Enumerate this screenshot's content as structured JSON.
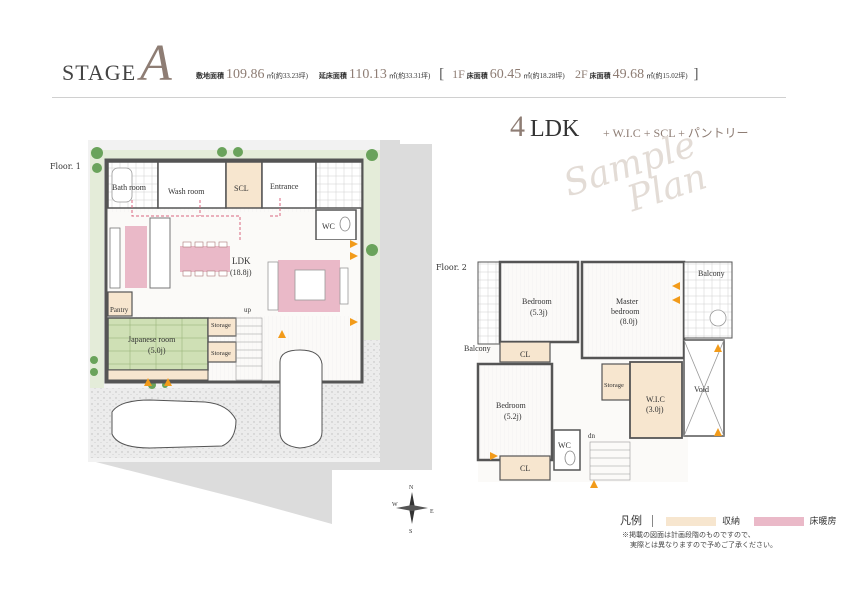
{
  "header": {
    "stage_word": "STAGE",
    "stage_letter": "A",
    "site_area_label": "敷地面積",
    "site_area_value": "109.86",
    "site_area_unit": "㎡",
    "site_area_tsubo": "(約33.23坪)",
    "floor_area_label": "延床面積",
    "floor_area_value": "110.13",
    "floor_area_unit": "㎡",
    "floor_area_tsubo": "(約33.31坪)",
    "bracket_open": "[",
    "f1_label_floor": "1F",
    "f1_label": "床面積",
    "f1_value": "60.45",
    "f1_unit": "㎡",
    "f1_tsubo": "(約18.28坪)",
    "f2_label_floor": "2F",
    "f2_label": "床面積",
    "f2_value": "49.68",
    "f2_unit": "㎡",
    "f2_tsubo": "(約15.02坪)",
    "bracket_close": "]"
  },
  "plan_type": {
    "number": "4",
    "ldk": "LDK",
    "extras": "+ W.I.C + SCL + パントリー"
  },
  "watermark": {
    "line1": "Sample",
    "line2": "Plan"
  },
  "floor1": {
    "label": "Floor. 1",
    "rooms": {
      "bath": "Bath room",
      "wash": "Wash room",
      "scl": "SCL",
      "entrance": "Entrance",
      "wc": "WC",
      "ldk": "LDK",
      "ldk_size": "(18.8j)",
      "pantry": "Pantry",
      "storage1": "Storage",
      "storage2": "Storage",
      "japanese": "Japanese room",
      "japanese_size": "(5.0j)",
      "up": "up"
    }
  },
  "floor2": {
    "label": "Floor. 2",
    "rooms": {
      "bedroom1": "Bedroom",
      "bedroom1_size": "(5.3j)",
      "master": "Master",
      "master2": "bedroom",
      "master_size": "(8.0j)",
      "balcony1": "Balcony",
      "balcony2": "Balcony",
      "cl1": "CL",
      "cl2": "CL",
      "bedroom2": "Bedroom",
      "bedroom2_size": "(5.2j)",
      "storage": "Storage",
      "wic": "W.I.C",
      "wic_size": "(3.0j)",
      "void": "Void",
      "wc": "WC",
      "dn": "dn"
    }
  },
  "compass": {
    "n": "N",
    "e": "E",
    "s": "S",
    "w": "W"
  },
  "legend": {
    "title": "凡例",
    "storage_label": "収納",
    "heating_label": "床暖房",
    "storage_color": "#f7e6cf",
    "heating_color": "#eab9c8"
  },
  "note": {
    "line1": "※掲載の図面は計画段階のものですので、",
    "line2": "実際とは異なりますので予めご了承ください。"
  },
  "colors": {
    "accent": "#8e7d74",
    "wall": "#555555",
    "green": "#5f9a52"
  }
}
